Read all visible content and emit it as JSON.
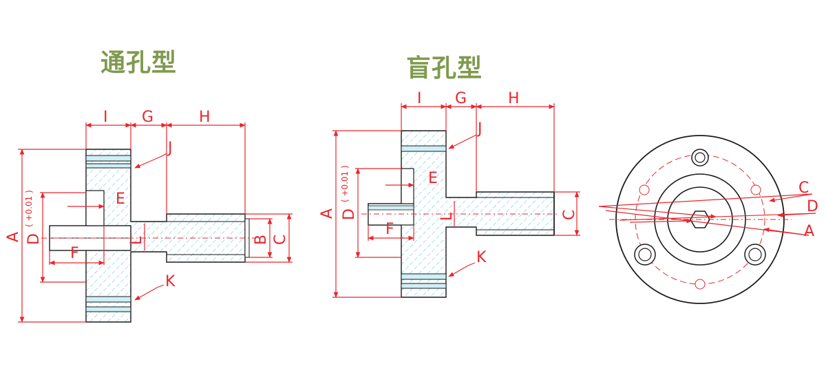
{
  "titles": {
    "through_hole": "通孔型",
    "blind_hole": "盲孔型"
  },
  "colors": {
    "title": "#7f9a4e",
    "dimension": "#e8262c",
    "outline": "#1a1a1a",
    "hatch": "#4fc3d9"
  },
  "through_hole_labels": {
    "A": "A",
    "B": "B",
    "C": "C",
    "D": "D",
    "D_tol": "( +0.01 )",
    "E": "E",
    "F": "F",
    "G": "G",
    "H": "H",
    "I": "I",
    "J": "J",
    "K": "K",
    "L": "L"
  },
  "blind_hole_labels": {
    "A": "A",
    "C": "C",
    "D": "D",
    "D_tol": "( +0.01 )",
    "E": "E",
    "F": "F",
    "G": "G",
    "H": "H",
    "I": "I",
    "J": "J",
    "K": "K",
    "L": "L"
  },
  "end_view_labels": {
    "A": "A",
    "C": "C",
    "D": "D"
  }
}
